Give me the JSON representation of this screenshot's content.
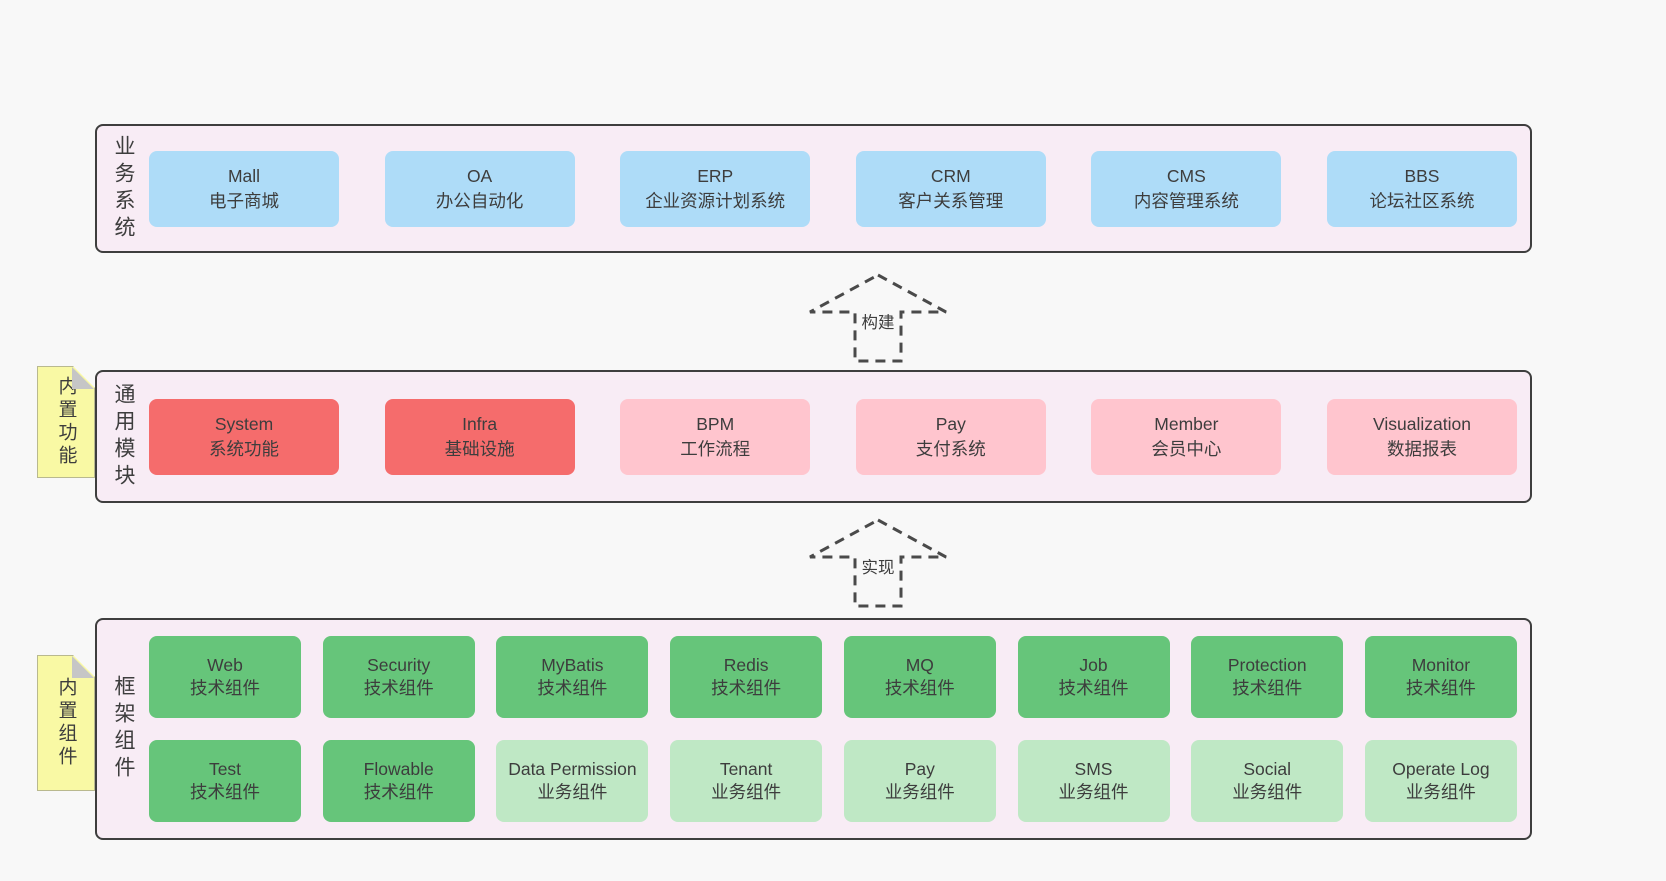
{
  "colors": {
    "canvas_bg": "#f8f8f8",
    "band_bg": "#f8ecf5",
    "band_border": "#3e3e3e",
    "blue": "#aedcf8",
    "red": "#f56c6c",
    "pink": "#ffc5ce",
    "green_dark": "#66c57a",
    "green_light": "#bfe8c5",
    "sticky_yellow": "#f9f9a4",
    "sticky_fold": "#c6c6c6",
    "text": "#3d3d3d",
    "arrow": "#4a4a4a"
  },
  "arrows": [
    {
      "id": "build",
      "label": "构建"
    },
    {
      "id": "implement",
      "label": "实现"
    }
  ],
  "bands": [
    {
      "id": "business",
      "label": "业务系统",
      "sticky": null,
      "rows": [
        [
          {
            "title": "Mall",
            "subtitle": "电子商城",
            "variant": "blue"
          },
          {
            "title": "OA",
            "subtitle": "办公自动化",
            "variant": "blue"
          },
          {
            "title": "ERP",
            "subtitle": "企业资源计划系统",
            "variant": "blue"
          },
          {
            "title": "CRM",
            "subtitle": "客户关系管理",
            "variant": "blue"
          },
          {
            "title": "CMS",
            "subtitle": "内容管理系统",
            "variant": "blue"
          },
          {
            "title": "BBS",
            "subtitle": "论坛社区系统",
            "variant": "blue"
          }
        ]
      ]
    },
    {
      "id": "modules",
      "label": "通用模块",
      "sticky": "内置功能",
      "rows": [
        [
          {
            "title": "System",
            "subtitle": "系统功能",
            "variant": "red"
          },
          {
            "title": "Infra",
            "subtitle": "基础设施",
            "variant": "red"
          },
          {
            "title": "BPM",
            "subtitle": "工作流程",
            "variant": "pink"
          },
          {
            "title": "Pay",
            "subtitle": "支付系统",
            "variant": "pink"
          },
          {
            "title": "Member",
            "subtitle": "会员中心",
            "variant": "pink"
          },
          {
            "title": "Visualization",
            "subtitle": "数据报表",
            "variant": "pink"
          }
        ]
      ]
    },
    {
      "id": "components",
      "label": "框架组件",
      "sticky": "内置组件",
      "rows": [
        [
          {
            "title": "Web",
            "subtitle": "技术组件",
            "variant": "green-dark"
          },
          {
            "title": "Security",
            "subtitle": "技术组件",
            "variant": "green-dark"
          },
          {
            "title": "MyBatis",
            "subtitle": "技术组件",
            "variant": "green-dark"
          },
          {
            "title": "Redis",
            "subtitle": "技术组件",
            "variant": "green-dark"
          },
          {
            "title": "MQ",
            "subtitle": "技术组件",
            "variant": "green-dark"
          },
          {
            "title": "Job",
            "subtitle": "技术组件",
            "variant": "green-dark"
          },
          {
            "title": "Protection",
            "subtitle": "技术组件",
            "variant": "green-dark"
          },
          {
            "title": "Monitor",
            "subtitle": "技术组件",
            "variant": "green-dark"
          }
        ],
        [
          {
            "title": "Test",
            "subtitle": "技术组件",
            "variant": "green-dark"
          },
          {
            "title": "Flowable",
            "subtitle": "技术组件",
            "variant": "green-dark"
          },
          {
            "title": "Data Permission",
            "subtitle": "业务组件",
            "variant": "green-light"
          },
          {
            "title": "Tenant",
            "subtitle": "业务组件",
            "variant": "green-light"
          },
          {
            "title": "Pay",
            "subtitle": "业务组件",
            "variant": "green-light"
          },
          {
            "title": "SMS",
            "subtitle": "业务组件",
            "variant": "green-light"
          },
          {
            "title": "Social",
            "subtitle": "业务组件",
            "variant": "green-light"
          },
          {
            "title": "Operate Log",
            "subtitle": "业务组件",
            "variant": "green-light"
          }
        ]
      ]
    }
  ]
}
